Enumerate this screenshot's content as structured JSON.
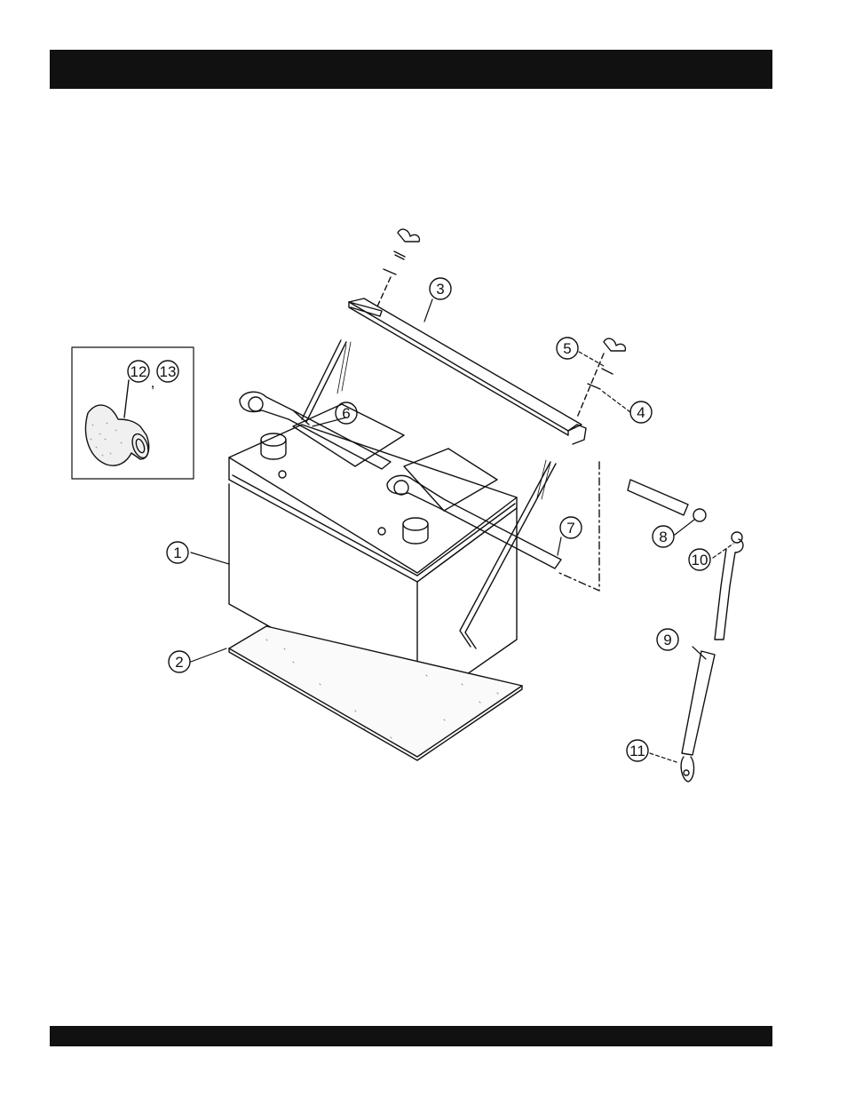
{
  "header_bar": {},
  "footer_bar": {},
  "diagram": {
    "callouts": [
      {
        "id": "1",
        "label": "1"
      },
      {
        "id": "2",
        "label": "2"
      },
      {
        "id": "3",
        "label": "3"
      },
      {
        "id": "4",
        "label": "4"
      },
      {
        "id": "5",
        "label": "5"
      },
      {
        "id": "6",
        "label": "6"
      },
      {
        "id": "7",
        "label": "7"
      },
      {
        "id": "8",
        "label": "8"
      },
      {
        "id": "9",
        "label": "9"
      },
      {
        "id": "10",
        "label": "10"
      },
      {
        "id": "11",
        "label": "11"
      },
      {
        "id": "12",
        "label": "12"
      },
      {
        "id": "13",
        "label": "13"
      }
    ],
    "inset_separator": ","
  }
}
